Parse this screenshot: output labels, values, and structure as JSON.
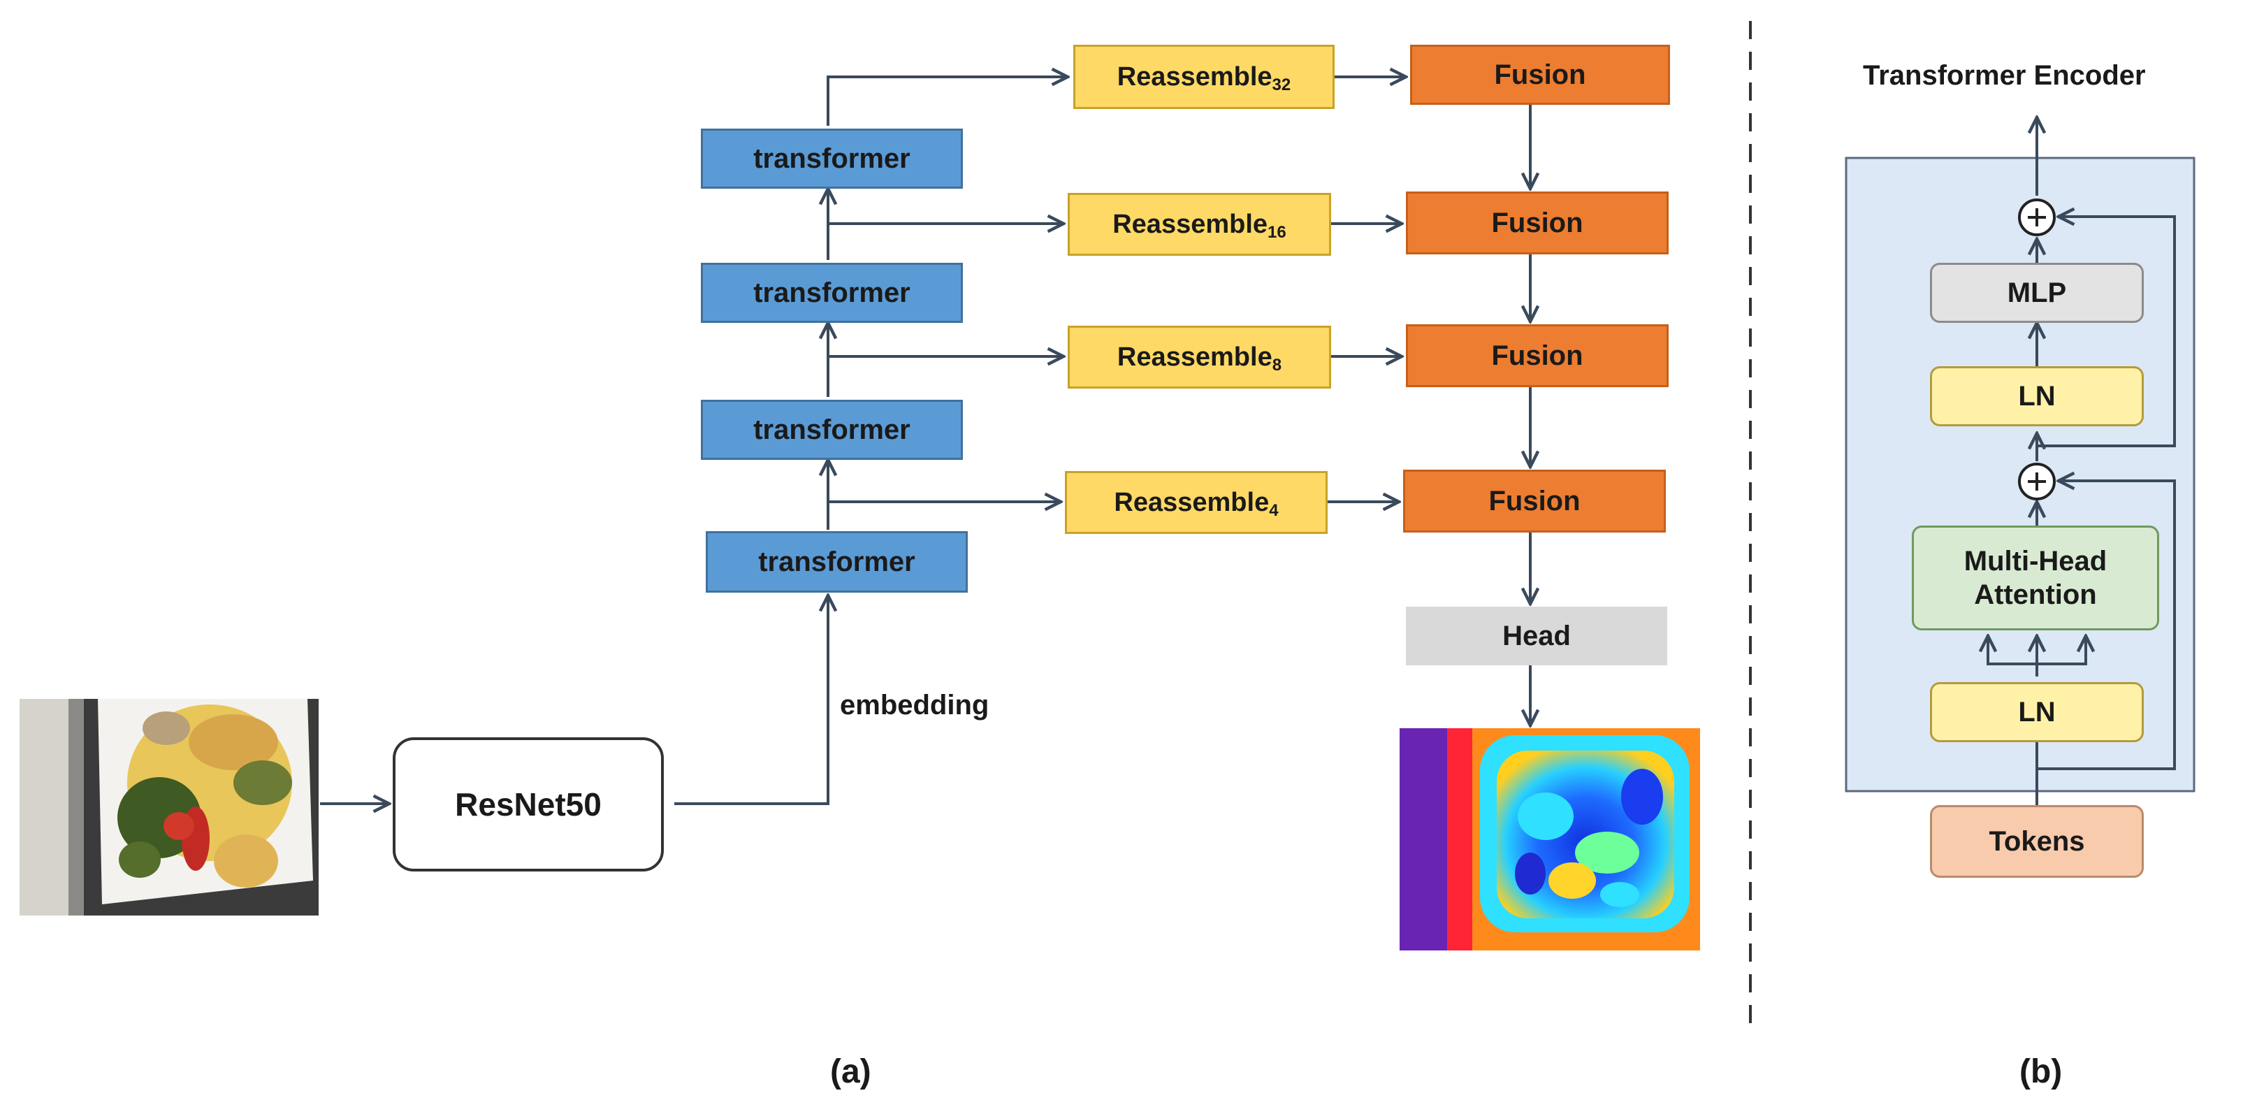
{
  "panel_a": {
    "backbone_label": "ResNet50",
    "embedding_label": "embedding",
    "transformer_label": "transformer",
    "reassemble_base": "Reassemble",
    "reassemble_subscripts": [
      "32",
      "16",
      "8",
      "4"
    ],
    "fusion_label": "Fusion",
    "head_label": "Head",
    "caption": "(a)",
    "input_image": "food-plate-photo",
    "output_image": "depth-heatmap"
  },
  "panel_b": {
    "title": "Transformer Encoder",
    "mlp_label": "MLP",
    "ln_label": "LN",
    "attention_label": "Multi-Head Attention",
    "tokens_label": "Tokens",
    "caption": "(b)"
  },
  "colors": {
    "transformer_fill": "#5b9bd5",
    "reassemble_fill": "#ffd966",
    "fusion_fill": "#ed7d31",
    "head_fill": "#d9d9d9",
    "encoder_background": "#dce8f5",
    "arrow": "#3a4a5c"
  }
}
